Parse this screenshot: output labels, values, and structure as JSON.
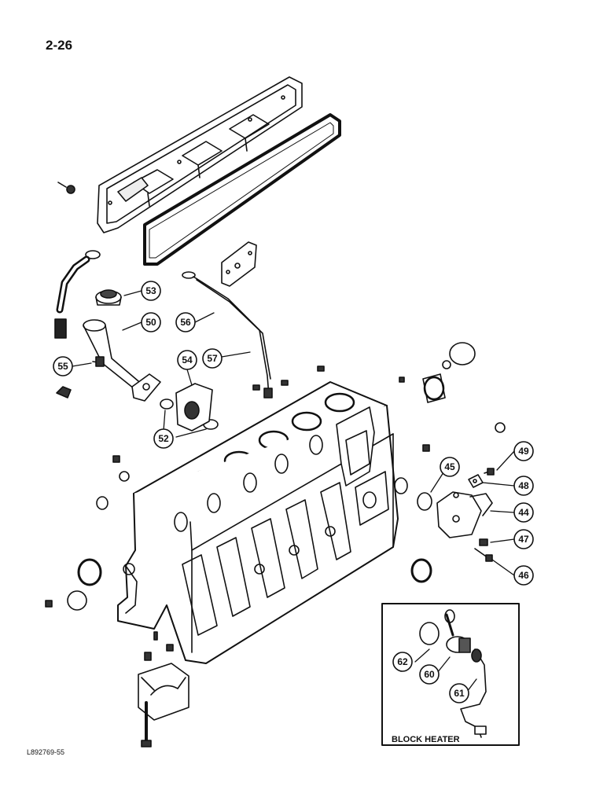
{
  "header": {
    "page_number": "2-26"
  },
  "footer": {
    "figure_code": "L892769-55"
  },
  "inset": {
    "title": "BLOCK HEATER"
  },
  "callouts": [
    {
      "id": "c53",
      "label": "53"
    },
    {
      "id": "c50",
      "label": "50"
    },
    {
      "id": "c56",
      "label": "56"
    },
    {
      "id": "c55",
      "label": "55"
    },
    {
      "id": "c54",
      "label": "54"
    },
    {
      "id": "c57",
      "label": "57"
    },
    {
      "id": "c52",
      "label": "52"
    },
    {
      "id": "c49",
      "label": "49"
    },
    {
      "id": "c45",
      "label": "45"
    },
    {
      "id": "c48",
      "label": "48"
    },
    {
      "id": "c44",
      "label": "44"
    },
    {
      "id": "c47",
      "label": "47"
    },
    {
      "id": "c46",
      "label": "46"
    },
    {
      "id": "c62",
      "label": "62"
    },
    {
      "id": "c60",
      "label": "60"
    },
    {
      "id": "c61",
      "label": "61"
    }
  ]
}
